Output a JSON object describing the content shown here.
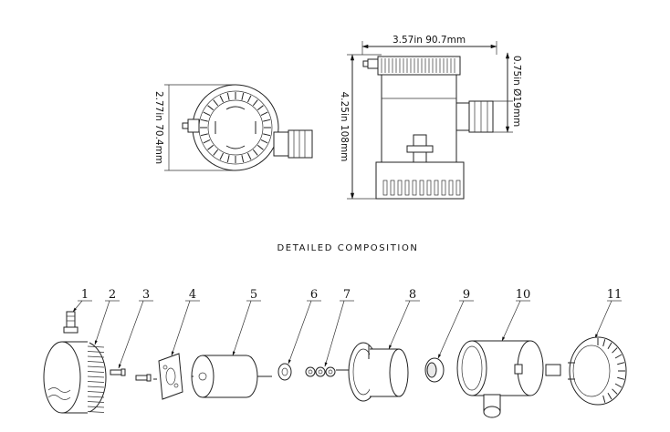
{
  "top_view": {
    "height_label": "2.77in 70.4mm"
  },
  "side_view": {
    "width_label": "3.57in 90.7mm",
    "height_label": "4.25in 108mm",
    "outlet_label": "0.75in Ø19mm"
  },
  "section_title": "DETAILED COMPOSITION",
  "parts": [
    {
      "number": "1"
    },
    {
      "number": "2"
    },
    {
      "number": "3"
    },
    {
      "number": "4"
    },
    {
      "number": "5"
    },
    {
      "number": "6"
    },
    {
      "number": "7"
    },
    {
      "number": "8"
    },
    {
      "number": "9"
    },
    {
      "number": "10"
    },
    {
      "number": "11"
    }
  ]
}
